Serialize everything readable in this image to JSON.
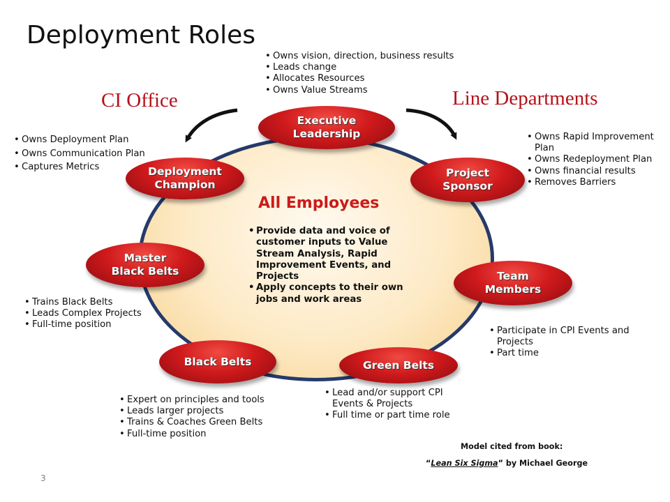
{
  "title": "Deployment Roles",
  "left_header": "CI Office",
  "right_header": "Line Departments",
  "center": {
    "title": "All Employees",
    "bullets": [
      "Provide data and voice of customer inputs to Value Stream Analysis, Rapid Improvement Events, and Projects",
      "Apply concepts to their own jobs and work areas"
    ]
  },
  "roles": {
    "executive": {
      "label": "Executive\nLeadership",
      "bullets": [
        "Owns vision, direction, business results",
        "Leads change",
        "Allocates Resources",
        "Owns Value Streams"
      ]
    },
    "deployment_champion": {
      "label": "Deployment\nChampion",
      "bullets": [
        "Owns Deployment Plan",
        "Owns Communication Plan",
        "Captures Metrics"
      ]
    },
    "project_sponsor": {
      "label": "Project\nSponsor",
      "bullets": [
        "Owns Rapid Improvement Plan",
        "Owns Redeployment Plan",
        "Owns financial results",
        "Removes Barriers"
      ]
    },
    "master_black_belts": {
      "label": "Master\nBlack Belts",
      "bullets": [
        "Trains Black Belts",
        "Leads Complex Projects",
        "Full-time position"
      ]
    },
    "team_members": {
      "label": "Team\nMembers",
      "bullets": [
        "Participate in CPI Events and Projects",
        "Part time"
      ]
    },
    "black_belts": {
      "label": "Black Belts",
      "bullets": [
        "Expert on principles and tools",
        "Leads larger projects",
        "Trains & Coaches Green Belts",
        "Full-time position"
      ]
    },
    "green_belts": {
      "label": "Green Belts",
      "bullets": [
        "Lead and/or support CPI Events & Projects",
        "Full time or part time role"
      ]
    }
  },
  "credit": {
    "line1": "Model cited from book:",
    "open_quote": "“",
    "book": "Lean Six Sigma",
    "rest": "” by Michael George"
  },
  "page_number": "3",
  "colors": {
    "role_red": "#c8161c",
    "oval_border": "#253a6b",
    "oval_fill": "#fde9c4",
    "heading_red": "#b5121b"
  }
}
